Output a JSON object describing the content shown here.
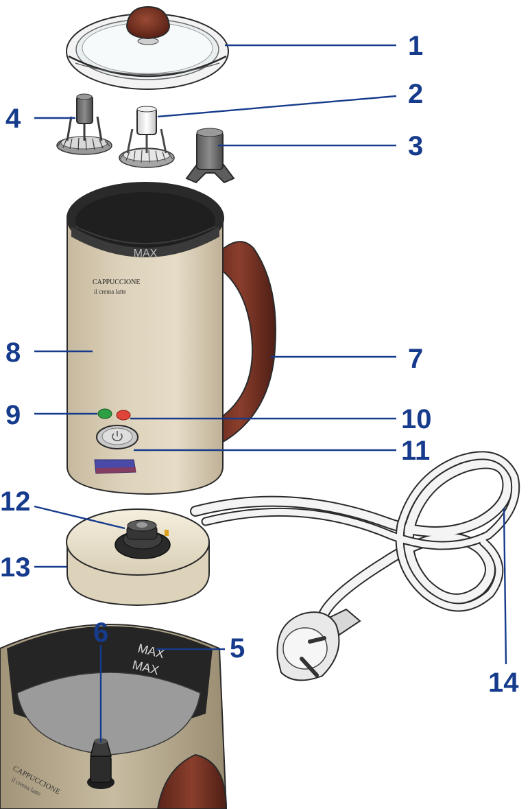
{
  "colors": {
    "label": "#163b8c",
    "body_beige": "#d8ccb4",
    "handle_brown": "#6e2f22",
    "knob_brown": "#6b2a1c",
    "inner_dark": "#2a2a2a",
    "led_green": "#2ea043",
    "led_red": "#e0453a",
    "base_cream": "#efe8d4",
    "cord_white": "#f4f4f4",
    "logo_blue": "#4a4aa8"
  },
  "product": {
    "brand": "CAPPUCCIONE",
    "brand_tagline": "il crema latte",
    "max_mark": "MAX",
    "inset_max_1": "MAX",
    "inset_max_2": "MAX",
    "inset_brand": "CAPPUCCIONE",
    "inset_tagline": "il crema latte"
  },
  "callouts": [
    {
      "id": "1",
      "label": "1"
    },
    {
      "id": "2",
      "label": "2"
    },
    {
      "id": "3",
      "label": "3"
    },
    {
      "id": "4",
      "label": "4"
    },
    {
      "id": "5",
      "label": "5"
    },
    {
      "id": "6",
      "label": "6"
    },
    {
      "id": "7",
      "label": "7"
    },
    {
      "id": "8",
      "label": "8"
    },
    {
      "id": "9",
      "label": "9"
    },
    {
      "id": "10",
      "label": "10"
    },
    {
      "id": "11",
      "label": "11"
    },
    {
      "id": "12",
      "label": "12"
    },
    {
      "id": "13",
      "label": "13"
    },
    {
      "id": "14",
      "label": "14"
    }
  ]
}
